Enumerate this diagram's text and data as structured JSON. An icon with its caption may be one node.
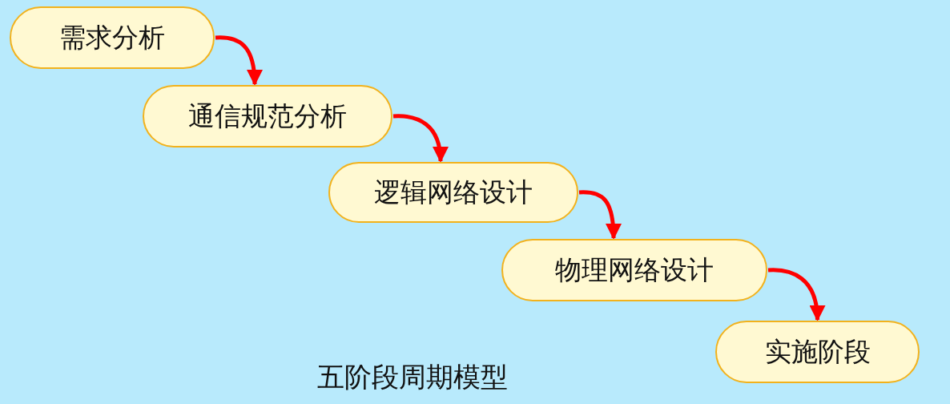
{
  "diagram": {
    "title": "五阶段周期模型",
    "nodes": [
      {
        "text": [
          "需求分析"
        ]
      },
      {
        "text": [
          "通信规范分析"
        ]
      },
      {
        "text": [
          "逻辑网络设计"
        ]
      },
      {
        "text": [
          "物理网络设计"
        ]
      },
      {
        "text": [
          "实施阶段"
        ]
      }
    ],
    "edges": [
      {
        "from": 0,
        "to": 1,
        "arrow": "to"
      },
      {
        "from": 1,
        "to": 2,
        "arrow": "to"
      },
      {
        "from": 2,
        "to": 3,
        "arrow": "to"
      },
      {
        "from": 3,
        "to": 4,
        "arrow": "to"
      }
    ]
  }
}
